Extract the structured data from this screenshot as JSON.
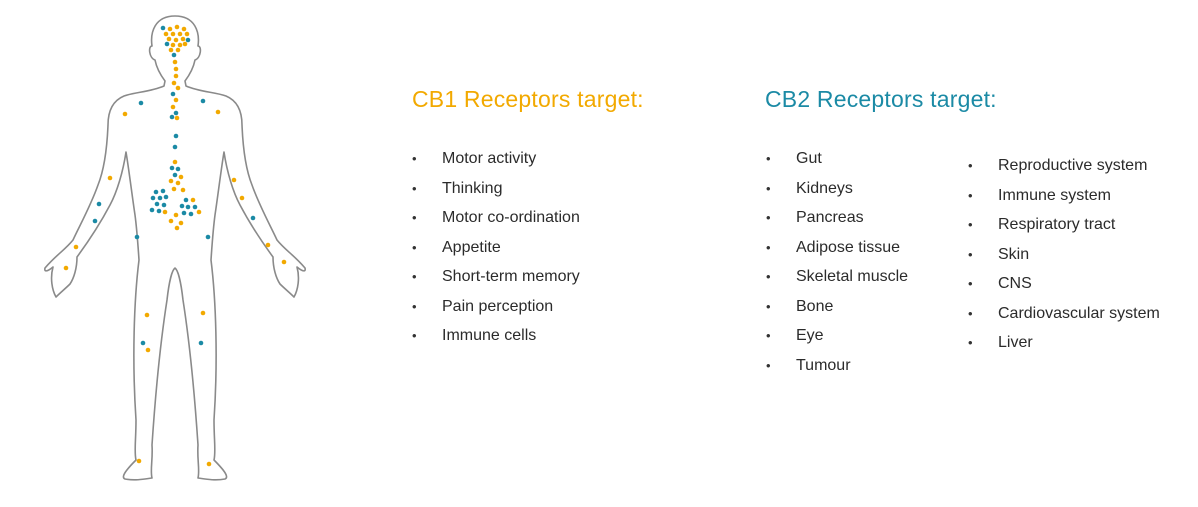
{
  "colors": {
    "cb1": "#f2a900",
    "cb2": "#1b8aa5",
    "outline": "#8a8a8a",
    "text": "#2b2b2b"
  },
  "figure": {
    "icon": "human-body-outline"
  },
  "cb1": {
    "heading": "CB1 Receptors target:",
    "items": [
      "Motor activity",
      "Thinking",
      "Motor co-ordination",
      "Appetite",
      "Short-term memory",
      "Pain perception",
      "Immune cells"
    ]
  },
  "cb2": {
    "heading": "CB2 Receptors target:",
    "items_col1": [
      "Gut",
      "Kidneys",
      "Pancreas",
      "Adipose tissue",
      "Skeletal muscle",
      "Bone",
      "Eye",
      "Tumour"
    ],
    "items_col2": [
      "Reproductive system",
      "Immune system",
      "Respiratory tract",
      "Skin",
      "CNS",
      "Cardiovascular system",
      "Liver"
    ]
  }
}
